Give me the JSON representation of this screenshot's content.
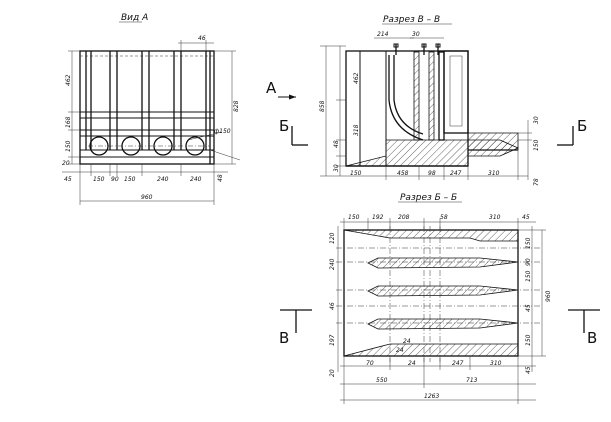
{
  "views": {
    "view_a": {
      "title": "Вид А",
      "dims": {
        "top": "46",
        "h462": "462",
        "h168": "168",
        "h150": "150",
        "h20": "20",
        "h828": "828",
        "d150": "ф150",
        "h48": "48",
        "b45": "45",
        "b150a": "150",
        "b90": "90",
        "b150b": "150",
        "b240a": "240",
        "b240b": "240",
        "total": "960"
      }
    },
    "section_v": {
      "title": "Разрез В – В",
      "dims": {
        "t214": "214",
        "t30": "30",
        "h858": "858",
        "h462": "462",
        "h318": "318",
        "h48": "48",
        "h30": "30",
        "b150": "150",
        "b458": "458",
        "b98": "98",
        "b247": "247",
        "b310": "310",
        "r30": "30",
        "r150": "150",
        "r78": "78"
      }
    },
    "section_b": {
      "title": "Разрез Б – Б",
      "dims": {
        "t150": "150",
        "t192": "192",
        "t208": "208",
        "t58": "58",
        "t310": "310",
        "t45": "45",
        "l120": "120",
        "l240": "240",
        "l46": "46",
        "l197": "197",
        "l20": "20",
        "r150a": "150",
        "r90": "90",
        "r150b": "150",
        "r45": "45",
        "r150c": "150",
        "r45b": "45",
        "rtotal": "960",
        "c24a": "24",
        "c24b": "24",
        "b70": "70",
        "b24": "24",
        "b247": "247",
        "b310": "310",
        "b550": "550",
        "b713": "713",
        "total": "1263"
      }
    }
  },
  "section_marks": {
    "a": "А",
    "b_left": "Б",
    "b_right": "Б",
    "v_left": "В",
    "v_right": "В"
  }
}
